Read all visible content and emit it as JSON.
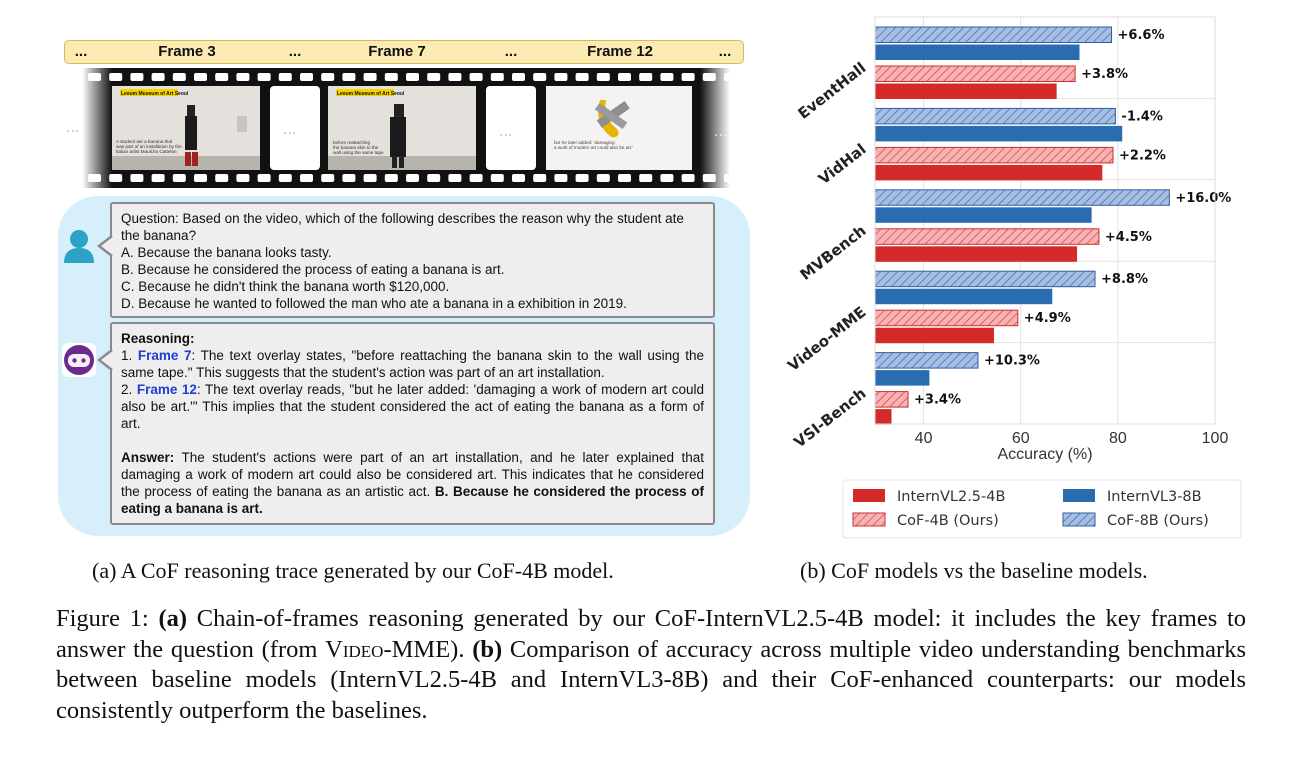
{
  "panel_a": {
    "frame_header": {
      "items": [
        "...",
        "Frame 3",
        "...",
        "Frame 7",
        "...",
        "Frame 12",
        "..."
      ]
    },
    "film": {
      "gap_marker": "...",
      "frame3": {
        "banner": "Leeum Museum of Art Seoul",
        "overlay": "A student ate a banana that was part of an installation by the Italian artist Maurizio Cattelan"
      },
      "frame7": {
        "banner": "Leeum Museum of Art Seoul",
        "overlay": "before reattaching the banana skin to the wall using the same tape"
      },
      "frame12": {
        "overlay": "but he later added: 'damaging a work of modern art could also be art.'"
      }
    },
    "question": {
      "line1": "Question: Based on the video, which of the following describes the reason why the student ate the banana?",
      "option_a": "A. Because the banana looks tasty.",
      "option_b": "B. Because he considered the process of eating a banana is art.",
      "option_c": "C. Because he didn't think the banana worth $120,000.",
      "option_d": "D. Because he wanted to followed the man who ate a banana in a exhibition in 2019."
    },
    "reasoning": {
      "heading": "Reasoning:",
      "step1_prefix": "1. ",
      "step1_frame": "Frame 7",
      "step1_text": ": The text overlay states, \"before reattaching the banana skin to the wall using the same tape.\" This suggests that the student's action was part of an art installation.",
      "step2_prefix": "2. ",
      "step2_frame": "Frame 12",
      "step2_text": ": The text overlay reads, \"but he later added: 'damaging a work of modern art could also be art.'\" This implies that the student considered the act of eating the banana as a form of art.",
      "answer_label": "Answer:",
      "answer_text": " The student's actions were part of an art installation, and he later explained that damaging a work of modern art could also be considered art. This indicates that he considered the process of eating the banana as an artistic act. ",
      "answer_choice": "B. Because he considered the process of eating a banana is art."
    },
    "caption": "(a) A CoF reasoning trace generated by our CoF-4B model."
  },
  "panel_b": {
    "caption": "(b) CoF models vs the baseline models."
  },
  "figure_caption": {
    "label": "Figure 1: ",
    "a_tag": "(a)",
    "text1": " Chain-of-frames reasoning generated by our CoF-InternVL2.5-4B model: it includes the key frames to answer the question (from ",
    "benchmark": "Video-MME",
    "text2": "). ",
    "b_tag": "(b)",
    "text3": " Comparison of accuracy across multiple video understanding benchmarks between baseline models (InternVL2.5-4B and InternVL3-8B) and their CoF-enhanced counterparts: our models consistently outperform the baselines."
  },
  "chart_data": {
    "type": "bar",
    "orientation": "horizontal",
    "categories": [
      "EventHall",
      "VidHal",
      "MVBench",
      "Video-MME",
      "VSI-Bench"
    ],
    "series": [
      {
        "name": "CoF-8B (Ours)",
        "values": [
          78.7,
          79.5,
          90.6,
          75.3,
          51.2
        ],
        "color": "#9db3de",
        "edge": "#2f5fa0",
        "hatch": true
      },
      {
        "name": "InternVL3-8B",
        "values": [
          72.1,
          80.9,
          74.6,
          66.5,
          41.2
        ],
        "color": "#2a6cb0",
        "edge": "#1f5a93",
        "hatch": false
      },
      {
        "name": "CoF-4B (Ours)",
        "values": [
          71.2,
          79.0,
          76.1,
          59.4,
          36.8
        ],
        "color": "#f5a3a3",
        "edge": "#cc2e2e",
        "hatch": true
      },
      {
        "name": "InternVL2.5-4B",
        "values": [
          67.4,
          76.8,
          71.6,
          54.5,
          33.4
        ],
        "color": "#d42a2a",
        "edge": "#b01e1e",
        "hatch": false
      }
    ],
    "annotations": {
      "CoF-8B (Ours)": [
        "+6.6%",
        "-1.4%",
        "+16.0%",
        "+8.8%",
        "+10.3%"
      ],
      "CoF-4B (Ours)": [
        "+3.8%",
        "+2.2%",
        "+4.5%",
        "+4.9%",
        "+3.4%"
      ]
    },
    "xlabel": "Accuracy (%)",
    "xlim": [
      30,
      100
    ],
    "xticks": [
      40,
      60,
      80,
      100
    ],
    "grid": true,
    "legend": [
      {
        "label": "InternVL2.5-4B",
        "series": "InternVL2.5-4B"
      },
      {
        "label": "InternVL3-8B",
        "series": "InternVL3-8B"
      },
      {
        "label": "CoF-4B (Ours)",
        "series": "CoF-4B (Ours)"
      },
      {
        "label": "CoF-8B (Ours)",
        "series": "CoF-8B (Ours)"
      }
    ],
    "legend_position": "bottom"
  }
}
